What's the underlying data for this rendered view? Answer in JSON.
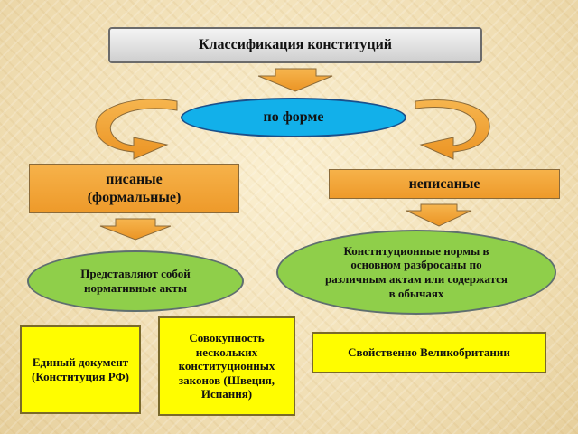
{
  "title": "Классификация конституций",
  "by_form": "по форме",
  "written": {
    "line1": "писаные",
    "line2": "(формальные)",
    "description": "Представляют собой нормативные акты",
    "examples": [
      "Единый документ (Конституция РФ)",
      "Совокупность нескольких конституционных законов (Швеция, Испания)"
    ]
  },
  "unwritten": {
    "label": "неписаные",
    "description": "Конституционные нормы в основном разбросаны по различным актам или содержатся в обычаях",
    "example": "Свойственно Великобритании"
  },
  "colors": {
    "orange": "#f0a030",
    "blue": "#12b0ea",
    "green": "#8fcf4a",
    "yellow": "#fffd00",
    "title_gray": "#dcdcdc"
  }
}
